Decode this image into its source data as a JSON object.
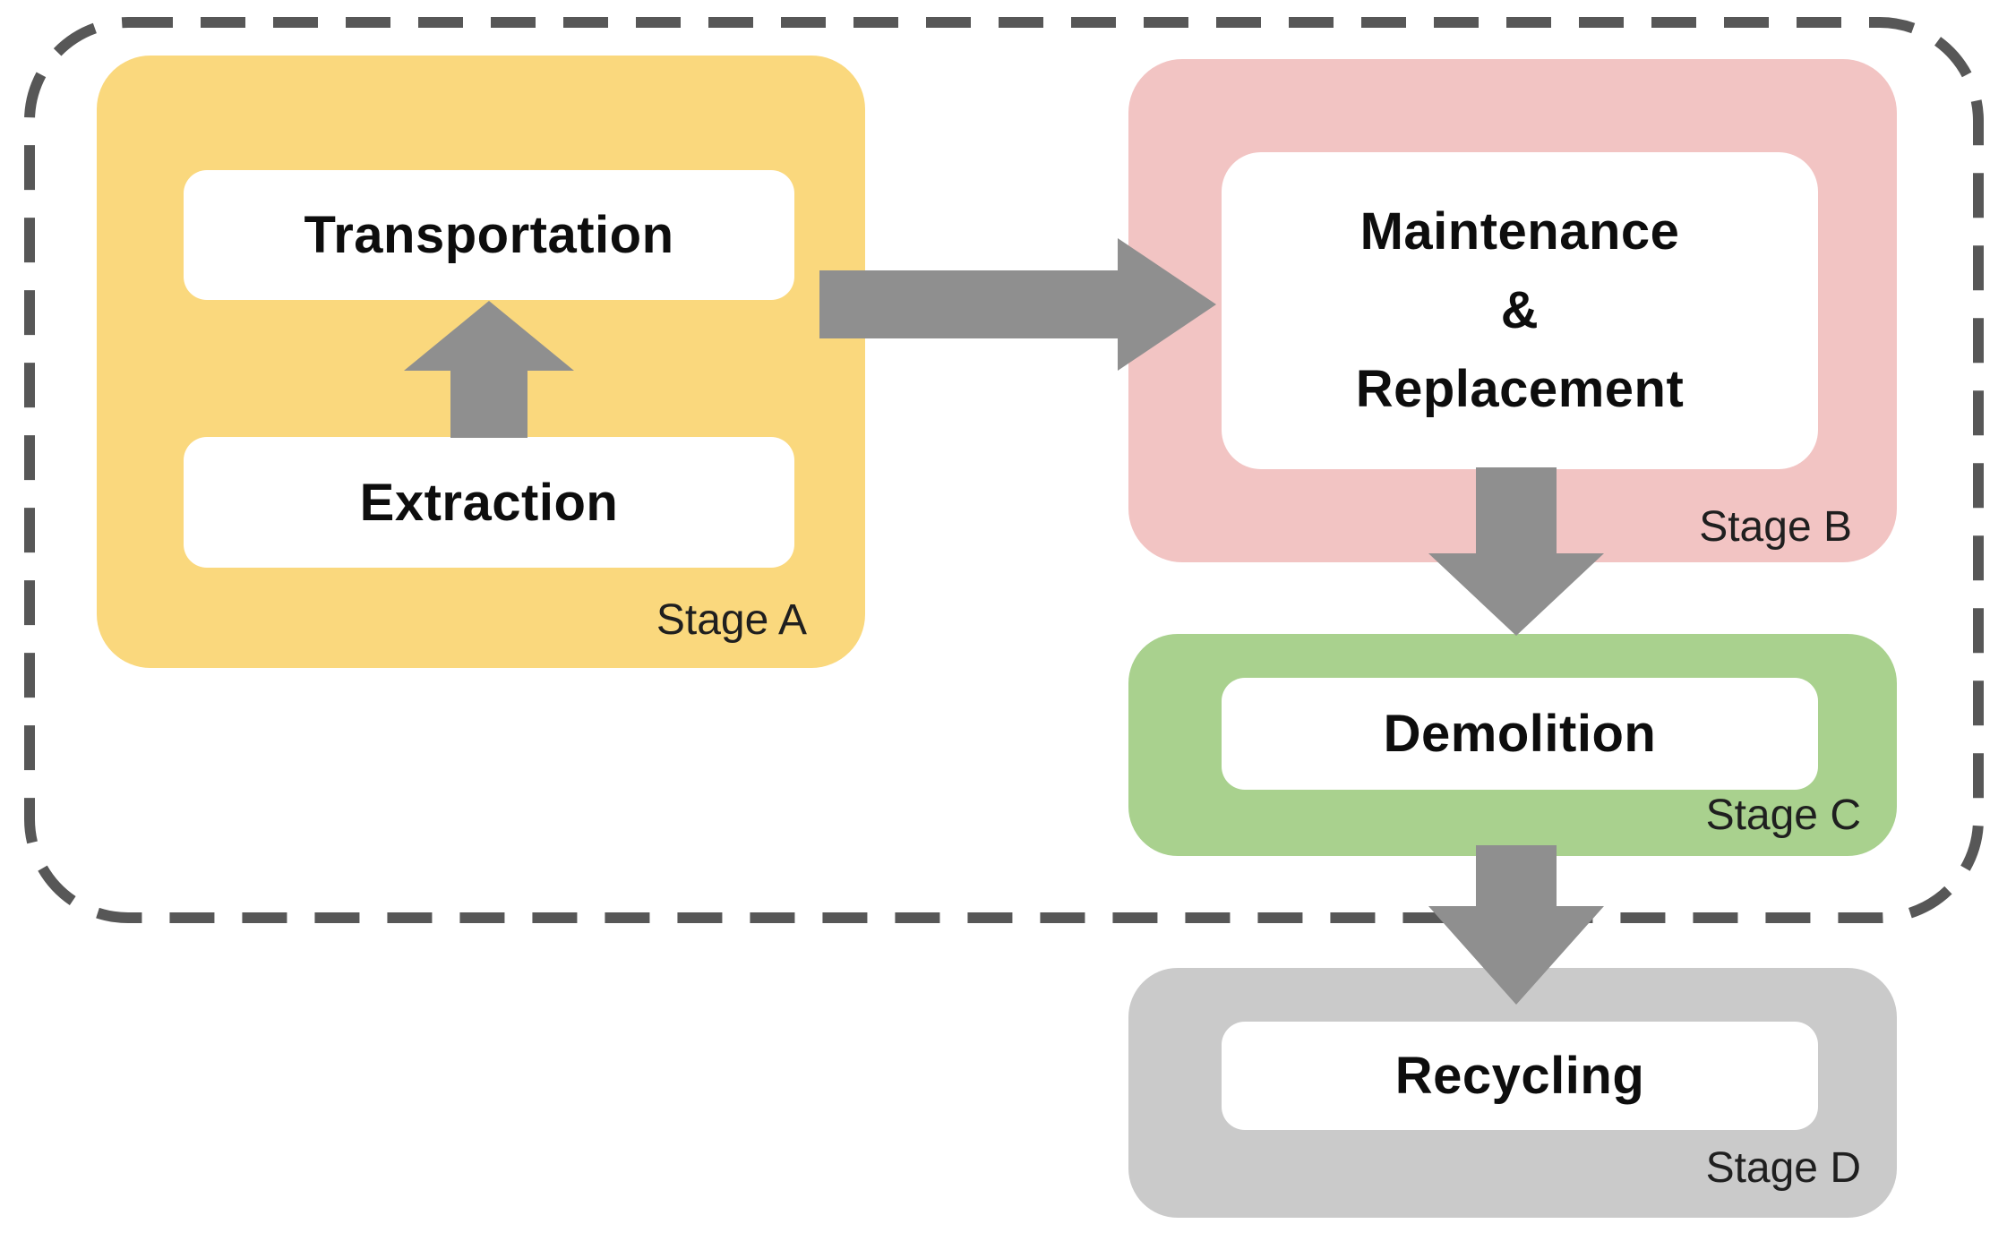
{
  "diagram": {
    "type": "flowchart",
    "background": "#FFFFFF",
    "boundary": {
      "style": "dashed-rounded-rectangle",
      "color": "#575757",
      "encloses": [
        "Stage A",
        "Stage B",
        "Stage C"
      ]
    },
    "stages": [
      {
        "name": "Stage A",
        "fill": "#FAD87D",
        "inside_boundary": true,
        "blocks": [
          {
            "label": "Transportation"
          },
          {
            "label": "Extraction"
          }
        ]
      },
      {
        "name": "Stage B",
        "fill": "#F2C4C3",
        "inside_boundary": true,
        "blocks": [
          {
            "lines": [
              "Maintenance",
              "&",
              "Replacement"
            ]
          }
        ]
      },
      {
        "name": "Stage C",
        "fill": "#A9D18E",
        "inside_boundary": true,
        "blocks": [
          {
            "label": "Demolition"
          }
        ]
      },
      {
        "name": "Stage D",
        "fill": "#CACACA",
        "inside_boundary": false,
        "blocks": [
          {
            "label": "Recycling"
          }
        ]
      }
    ],
    "arrows": [
      {
        "name": "extraction-to-transportation",
        "from": "Extraction",
        "to": "Transportation",
        "direction": "up",
        "color": "#8F8F8F"
      },
      {
        "name": "stage-a-to-stage-b",
        "from": "Stage A",
        "to": "Stage B",
        "direction": "right",
        "color": "#8F8F8F"
      },
      {
        "name": "stage-b-to-stage-c",
        "from": "Stage B",
        "to": "Stage C",
        "direction": "down",
        "color": "#8F8F8F"
      },
      {
        "name": "stage-c-to-stage-d",
        "from": "Stage C",
        "to": "Stage D",
        "direction": "down",
        "color": "#8F8F8F"
      }
    ]
  }
}
